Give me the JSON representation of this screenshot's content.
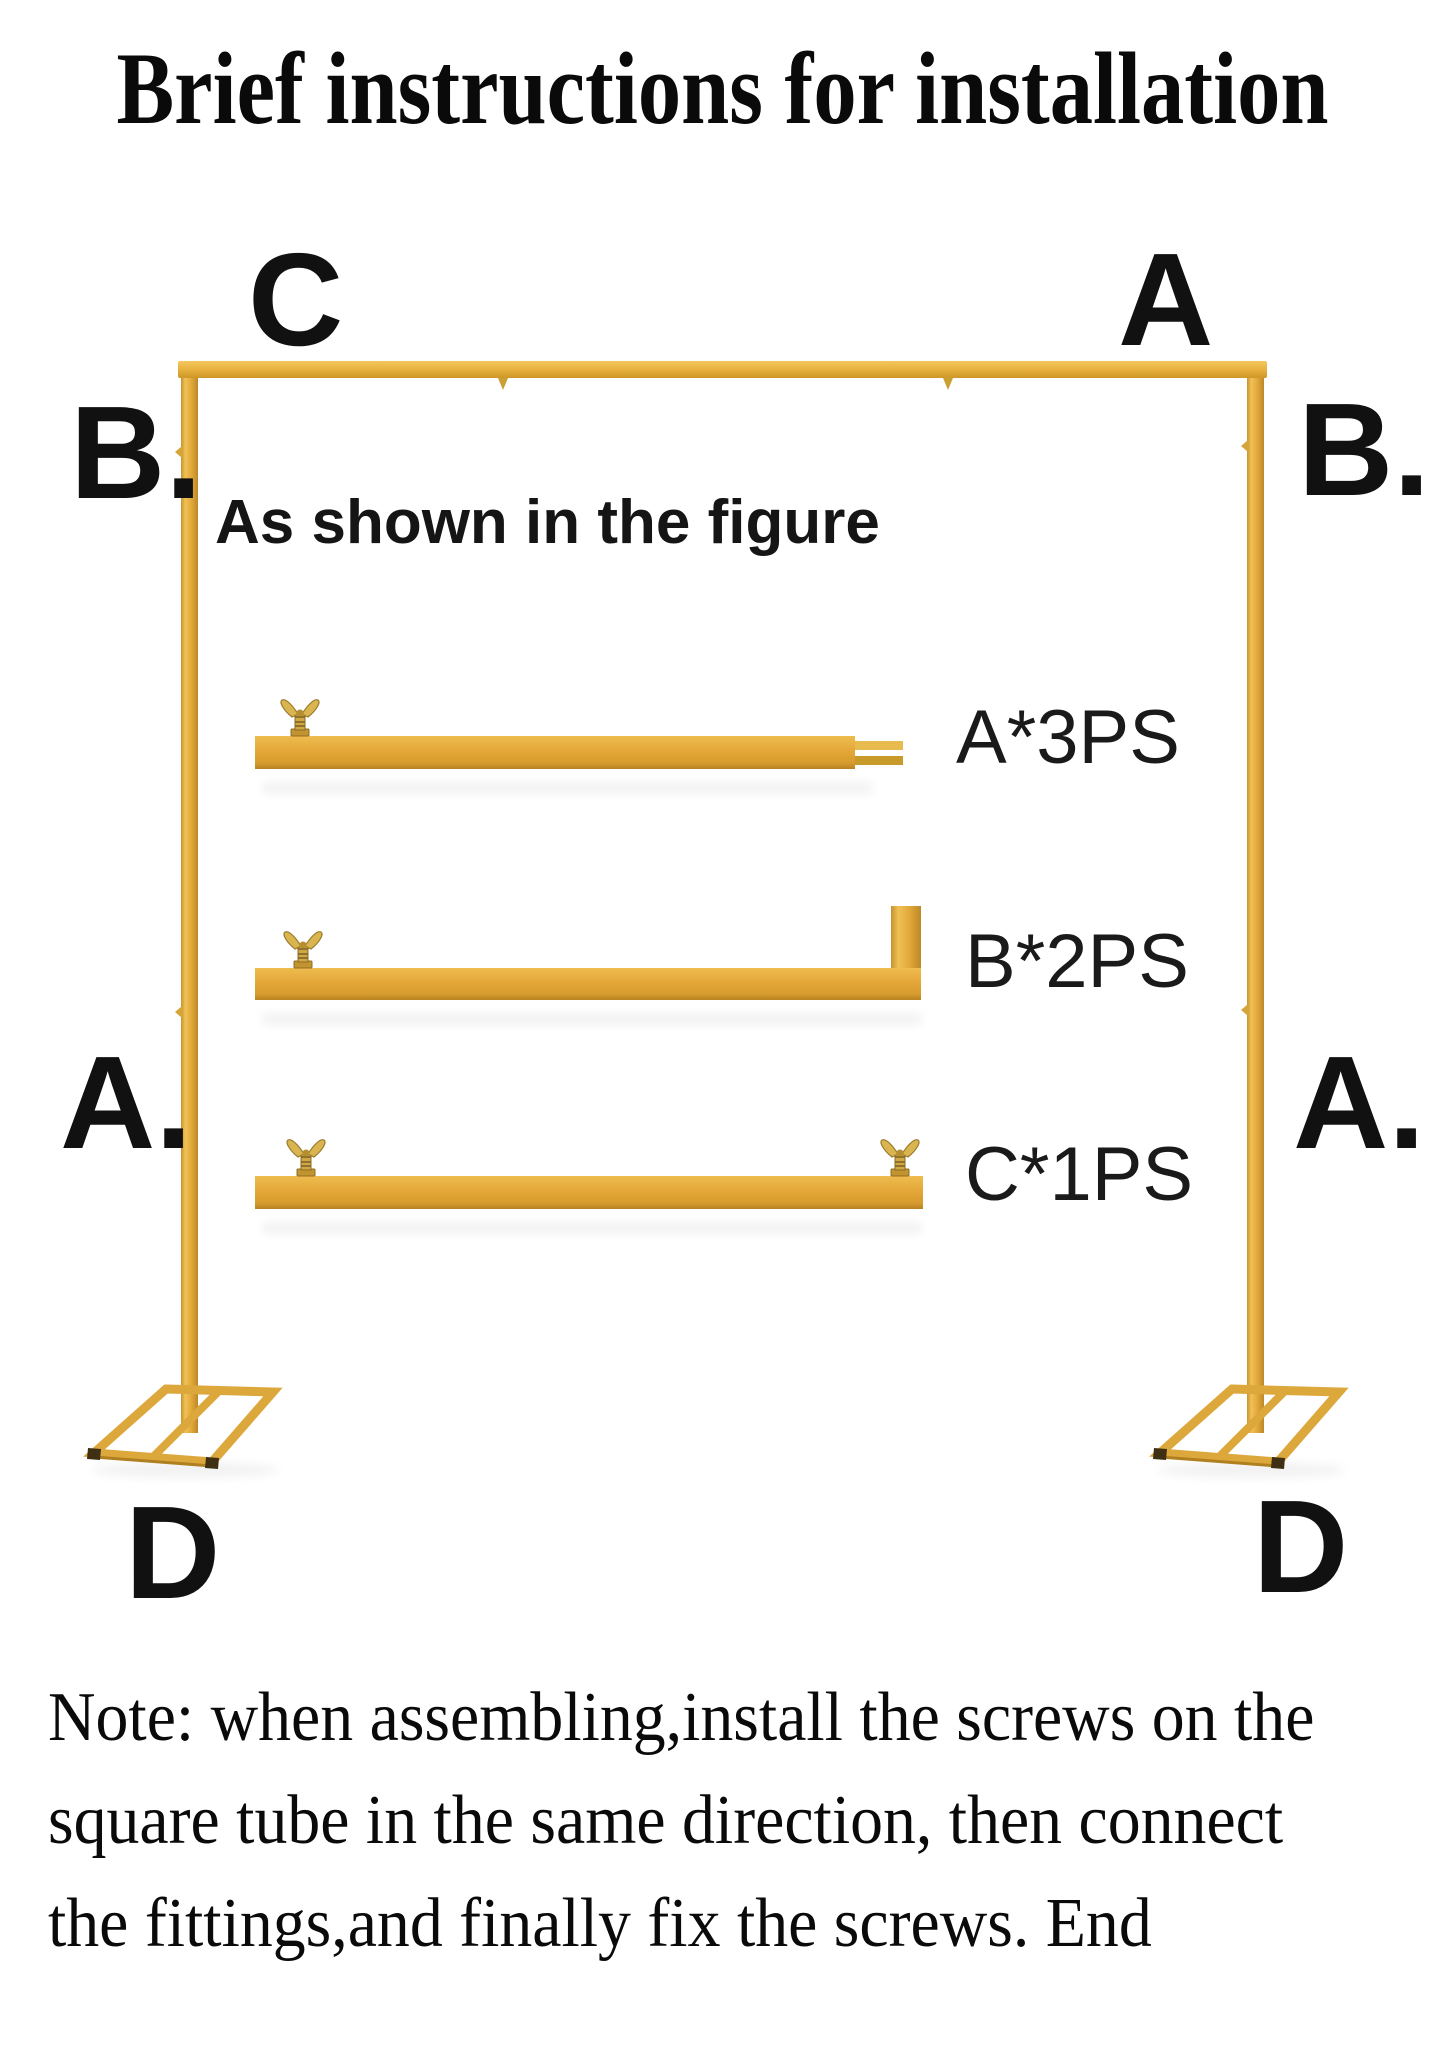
{
  "title": "Brief instructions for installation",
  "figure": {
    "caption": "As shown in the figure",
    "corner_labels": {
      "top_left": "C",
      "top_right": "A",
      "side_upper_left": "B.",
      "side_upper_right": "B.",
      "side_lower_left": "A.",
      "side_lower_right": "A.",
      "base_left": "D",
      "base_right": "D"
    },
    "parts": [
      {
        "label": "A*3PS"
      },
      {
        "label": "B*2PS"
      },
      {
        "label": "C*1PS"
      }
    ]
  },
  "note": {
    "line1": "Note: when assembling,install the screws on the",
    "line2": "square tube in the same direction, then connect",
    "line3": "the fittings,and finally fix the screws. End"
  },
  "colors": {
    "gold": "#E2A93C",
    "gold_light": "#F1C45F",
    "gold_dark": "#BE8B26",
    "end_cap_brown": "#3F3014",
    "text": "#0D0D0D"
  }
}
